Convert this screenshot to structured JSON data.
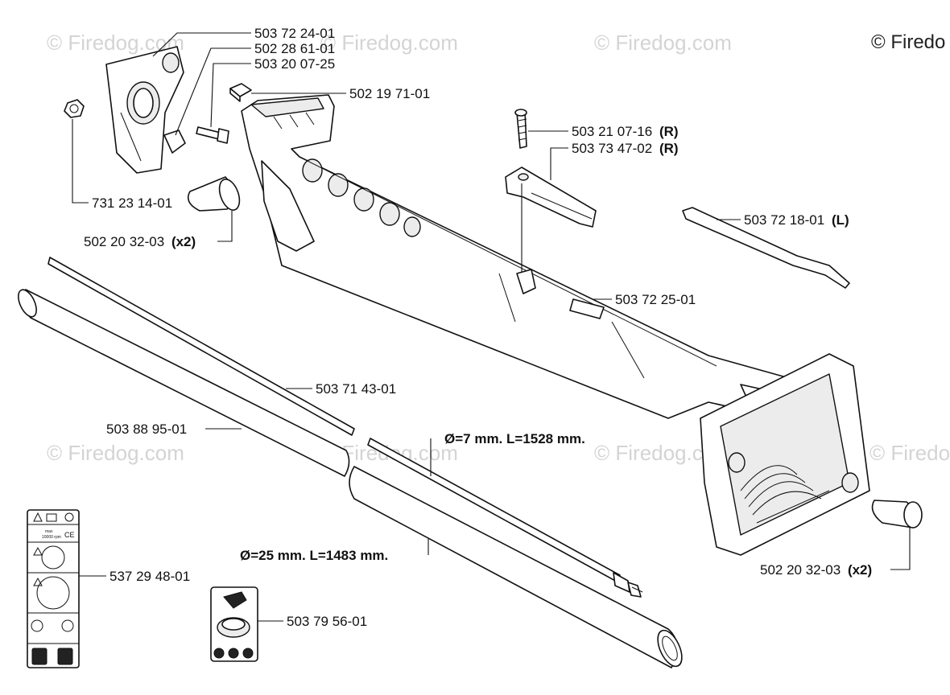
{
  "watermarks": {
    "wm1": "© Firedog.com",
    "wm2": "© Firedog.com",
    "wm3": "© Firedog.com",
    "wm4": "© Firedog.com",
    "wm5": "© Firedog.com",
    "wm6": "© Firedog.com",
    "wm7": "© Firedo",
    "corner": "© Firedo"
  },
  "labels": {
    "p1": "503 72 24-01",
    "p2": "502 28 61-01",
    "p3": "503 20 07-25",
    "p4": "502 19 71-01",
    "p5": "503 21 07-16",
    "p5_suffix": "(R)",
    "p6": "503 73 47-02",
    "p6_suffix": "(R)",
    "p7": "503 72 18-01",
    "p7_suffix": "(L)",
    "p8": "731 23 14-01",
    "p9": "502 20 32-03",
    "p9_suffix": "(x2)",
    "p10": "503 72 25-01",
    "p11": "503 71 43-01",
    "p12": "503 88 95-01",
    "p13": "Ø=7 mm. L=1528 mm.",
    "p14": "Ø=25 mm. L=1483 mm.",
    "p15": "537 29 48-01",
    "p16": "503 79 56-01",
    "p17": "502 20 32-03",
    "p17_suffix": "(x2)"
  },
  "decal": {
    "ce": "CE",
    "rpm_line1": "max",
    "rpm_line2": "10000 rpm"
  }
}
